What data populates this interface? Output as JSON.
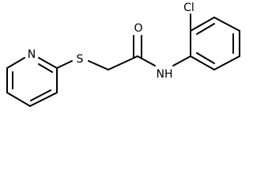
{
  "molecule": {
    "atoms": {
      "pyridine_n": "N",
      "sulfur": "S",
      "oxygen": "O",
      "amide_nh": "NH",
      "chlorine": "Cl"
    }
  }
}
